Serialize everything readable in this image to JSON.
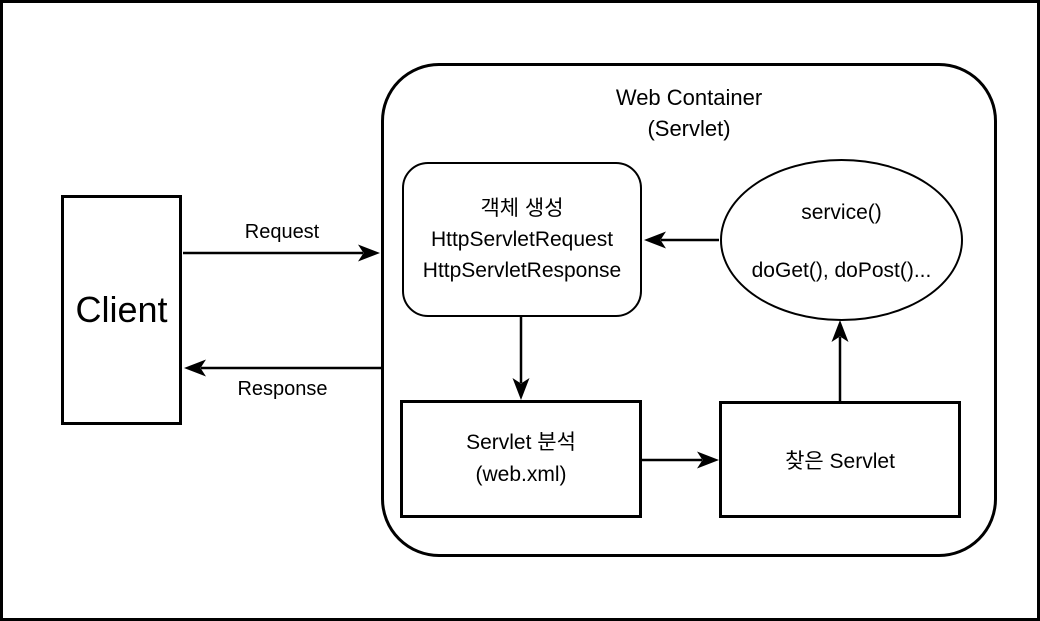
{
  "diagram": {
    "client": {
      "label": "Client"
    },
    "edges": {
      "request_label": "Request",
      "response_label": "Response"
    },
    "container": {
      "title_line1": "Web Container",
      "title_line2": "(Servlet)",
      "object_creation_box": {
        "line1": "객체 생성",
        "line2": "HttpServletRequest",
        "line3": "HttpServletResponse"
      },
      "service_ellipse": {
        "line1": "service()",
        "line2": "doGet(), doPost()..."
      },
      "servlet_analysis_box": {
        "line1": "Servlet 분석",
        "line2": "(web.xml)"
      },
      "found_servlet_box": {
        "label": "찾은 Servlet"
      }
    },
    "colors": {
      "stroke": "#000000",
      "background": "#ffffff"
    }
  }
}
